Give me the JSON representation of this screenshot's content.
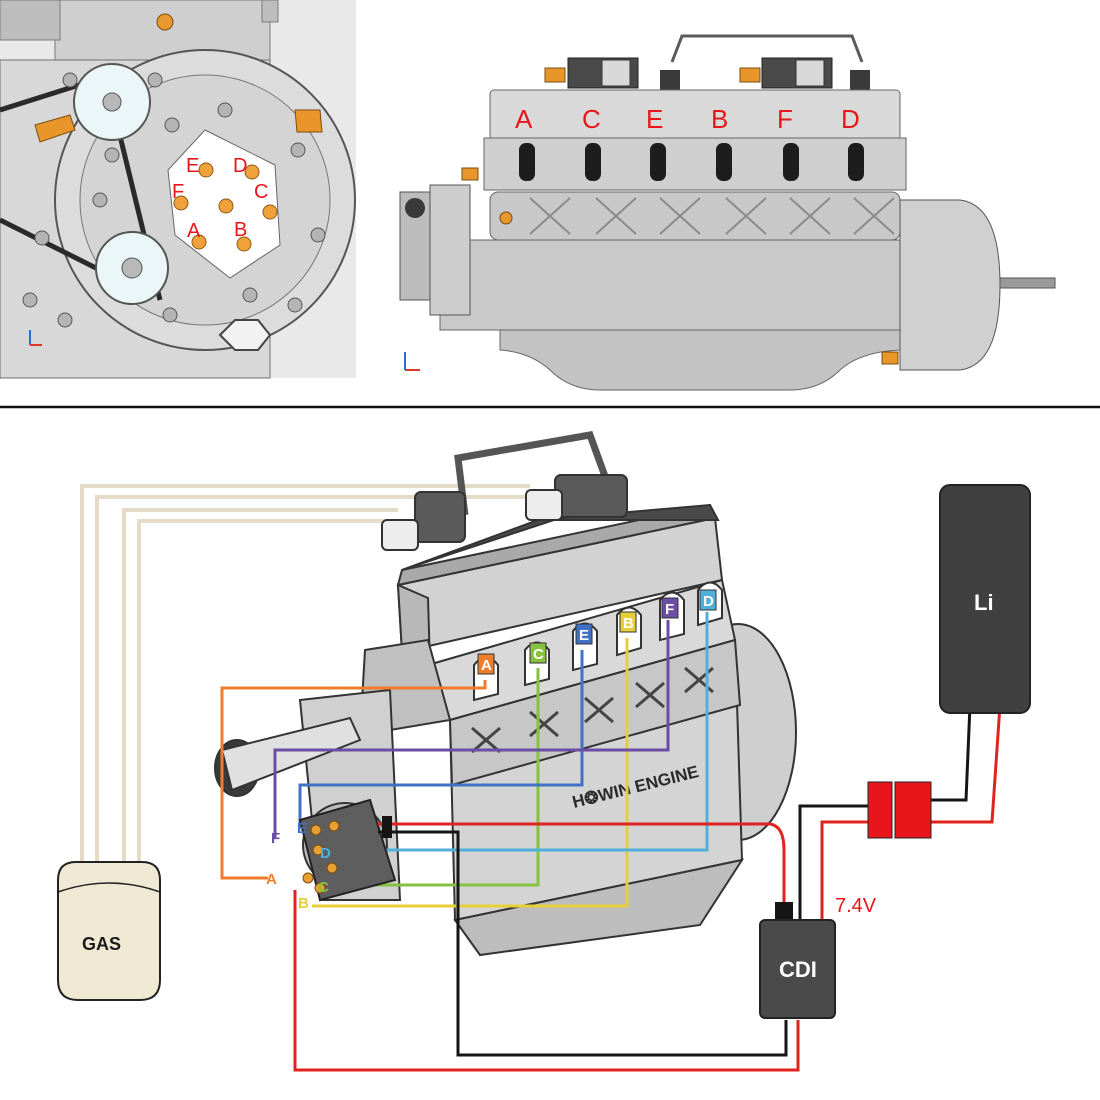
{
  "top_left_plate": {
    "labels": [
      "E",
      "D",
      "F",
      "C",
      "A",
      "B"
    ]
  },
  "top_right_engine": {
    "cylinder_labels": [
      "A",
      "C",
      "E",
      "B",
      "F",
      "D"
    ]
  },
  "wiring": {
    "cylinder_tags": [
      "A",
      "C",
      "E",
      "B",
      "F",
      "D"
    ],
    "distributor_tags": [
      "F",
      "E",
      "D",
      "A",
      "C",
      "B"
    ],
    "brand": "H❂WIN ENGINE",
    "battery_label": "Li",
    "cdi_label": "CDI",
    "voltage_label": "7.4V",
    "gas_label": "GAS"
  },
  "colors": {
    "A": "#ee7d2c",
    "B": "#e7cf3a",
    "C": "#86c240",
    "D": "#4fb1d9",
    "E": "#3e72c6",
    "F": "#6b4ea3",
    "red_wire": "#e0231f",
    "black_wire": "#151515",
    "gas_line": "#e4dcc6"
  }
}
